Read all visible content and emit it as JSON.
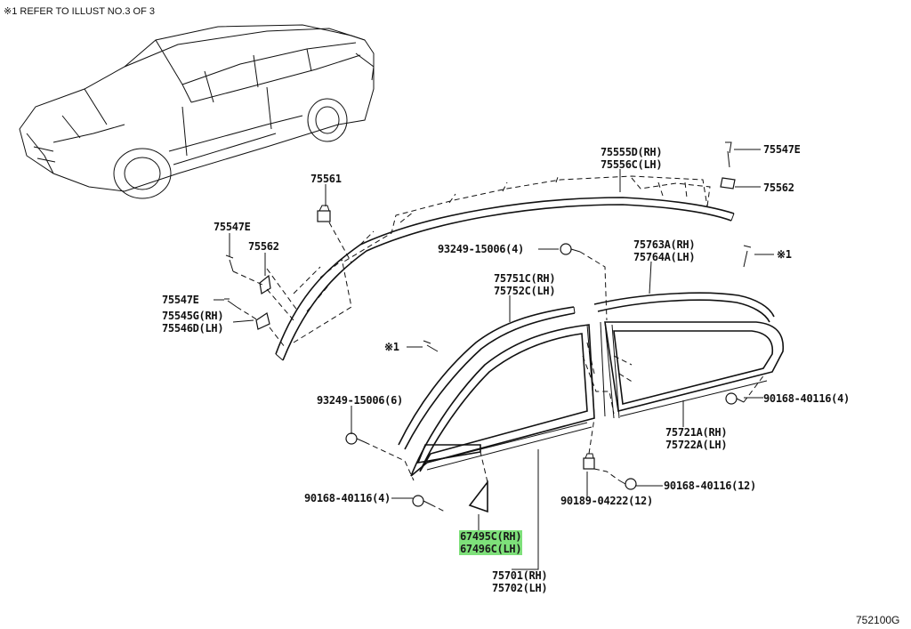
{
  "header": {
    "note": "※1 REFER TO ILLUST NO.3 OF 3"
  },
  "figure_id": "752100G",
  "labels": {
    "p75561": "75561",
    "p75547e_top": "75547E",
    "p75562_top": "75562",
    "p75555d": "75555D(RH)",
    "p75556c": "75556C(LH)",
    "p75547e_left": "75547E",
    "p75562_left": "75562",
    "p75547e_mid": "75547E",
    "p75545g": "75545G(RH)",
    "p75546d": "75546D(LH)",
    "p93249_4": "93249-15006(4)",
    "p75751c": "75751C(RH)",
    "p75752c": "75752C(LH)",
    "p75763a": "75763A(RH)",
    "p75764a": "75764A(LH)",
    "ref1_right": "※1",
    "ref1_left": "※1",
    "p93249_6": "93249-15006(6)",
    "p90168_4_right": "90168-40116(4)",
    "p75721a": "75721A(RH)",
    "p75722a": "75722A(LH)",
    "p90168_12": "90168-40116(12)",
    "p90189": "90189-04222(12)",
    "p90168_4_left": "90168-40116(4)",
    "p67495c": "67495C(RH)",
    "p67496c": "67496C(LH)",
    "p75701": "75701(RH)",
    "p75702": "75702(LH)"
  },
  "colors": {
    "highlight": "#7ee07a",
    "line": "#111111"
  }
}
